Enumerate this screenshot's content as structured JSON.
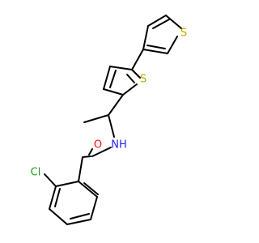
{
  "molecule": {
    "colors": {
      "bond": "#000000",
      "S": "#b8a800",
      "O": "#ff0d0d",
      "N": "#2222ff",
      "Cl": "#1aa01a"
    },
    "atoms": {
      "s_top": "S",
      "s_mid": "S",
      "n": "NH",
      "o": "O",
      "cl": "Cl"
    }
  }
}
